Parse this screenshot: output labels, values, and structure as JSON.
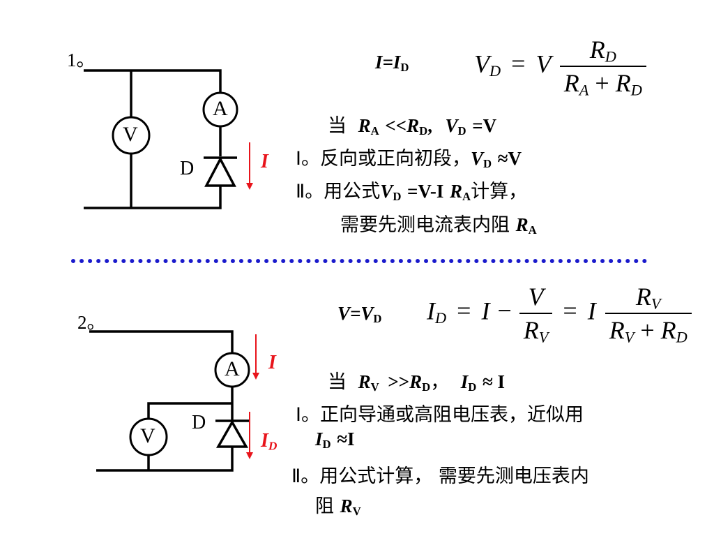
{
  "section1": {
    "number": "1。",
    "voltmeter_label": "V",
    "ammeter_label": "A",
    "diode_label": "D",
    "current_label": "I",
    "condition_left": "I=I",
    "condition_left_sub": "D",
    "formula_lhs": "V",
    "formula_lhs_sub": "D",
    "formula_eq": "=",
    "formula_factor": "V",
    "formula_num": "R",
    "formula_num_sub": "D",
    "formula_den_a": "R",
    "formula_den_a_sub": "A",
    "formula_plus": "+",
    "formula_den_b": "R",
    "formula_den_b_sub": "D",
    "line1_prefix": "当",
    "line1_r1": "R",
    "line1_r1_sub": "A",
    "line1_op": "<<",
    "line1_r2": "R",
    "line1_r2_sub": "D",
    "line1_sep": ",",
    "line1_v": "V",
    "line1_v_sub": "D",
    "line1_eq": "=V",
    "line2_prefix": "Ⅰ。反向或正向初段，",
    "line2_v": "V",
    "line2_v_sub": "D",
    "line2_suffix": "≈V",
    "line3_prefix": "Ⅱ。用公式",
    "line3_v": "V",
    "line3_v_sub": "D",
    "line3_mid": "=V-I",
    "line3_r": "R",
    "line3_r_sub": "A",
    "line3_suffix": "计算，",
    "line4_text": "需要先测电流表内阻",
    "line4_r": "R",
    "line4_r_sub": "A"
  },
  "section2": {
    "number": "2。",
    "voltmeter_label": "V",
    "ammeter_label": "A",
    "diode_label": "D",
    "current_label": "I",
    "diode_current_label": "I",
    "diode_current_sub": "D",
    "condition_left": "V=V",
    "condition_left_sub": "D",
    "formula_lhs": "I",
    "formula_lhs_sub": "D",
    "formula_eq1": "=",
    "formula_i": "I",
    "formula_minus": "−",
    "formula_frac1_num": "V",
    "formula_frac1_den": "R",
    "formula_frac1_den_sub": "V",
    "formula_eq2": "=",
    "formula_i2": "I",
    "formula_frac2_num": "R",
    "formula_frac2_num_sub": "V",
    "formula_frac2_den_a": "R",
    "formula_frac2_den_a_sub": "V",
    "formula_plus": "+",
    "formula_frac2_den_b": "R",
    "formula_frac2_den_b_sub": "D",
    "line1_prefix": "当",
    "line1_r1": "R",
    "line1_r1_sub": "V",
    "line1_op": ">>",
    "line1_r2": "R",
    "line1_r2_sub": "D",
    "line1_sep": "，",
    "line1_i": "I",
    "line1_i_sub": "D",
    "line1_eq": "≈ I",
    "line2_text": "Ⅰ。正向导通或高阻电压表，近似用",
    "line3_i": "I",
    "line3_i_sub": "D",
    "line3_suffix": "≈I",
    "line4_text": "Ⅱ。用公式计算， 需要先测电压表内",
    "line5_text": "阻",
    "line5_r": "R",
    "line5_r_sub": "V"
  },
  "colors": {
    "accent_red": "#e8141b",
    "divider_blue": "#1a1acc"
  }
}
